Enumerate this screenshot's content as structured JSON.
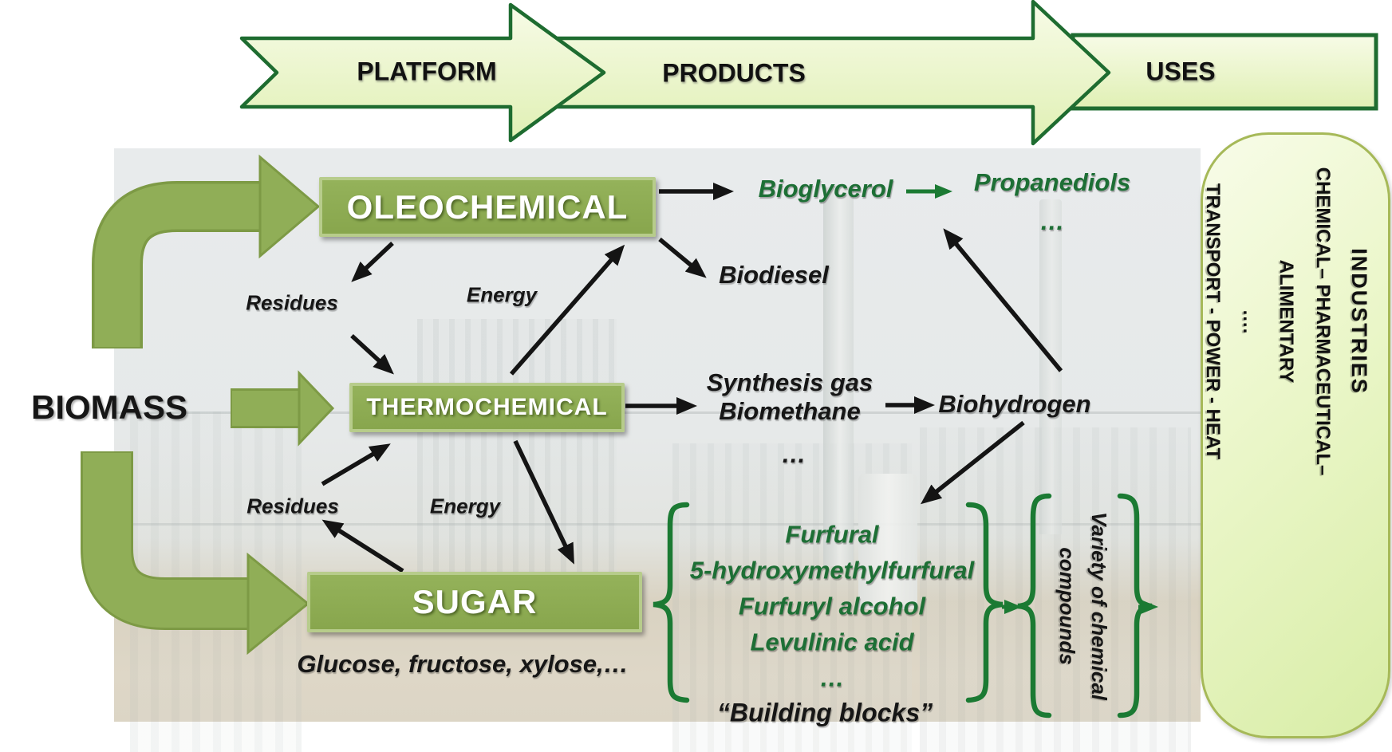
{
  "banner": {
    "steps": [
      "PLATFORM",
      "PRODUCTS",
      "USES"
    ]
  },
  "source": {
    "label": "BIOMASS"
  },
  "platforms": {
    "oleochemical": "OLEOCHEMICAL",
    "thermochemical": "THERMOCHEMICAL",
    "sugar": "SUGAR",
    "sugar_caption": "Glucose, fructose, xylose,…"
  },
  "flow_labels": {
    "residues_top": "Residues",
    "energy_top": "Energy",
    "residues_bottom": "Residues",
    "energy_bottom": "Energy"
  },
  "products": {
    "bioglycerol": "Bioglycerol",
    "propanediols": "Propanediols",
    "propanediols_more": "…",
    "biodiesel": "Biodiesel",
    "gas_lines": "Synthesis gas\nBiomethane",
    "gas_more": "…",
    "biohydrogen": "Biohydrogen",
    "sugar_products": [
      "Furfural",
      "5-hydroxymethylfurfural",
      "Furfuryl alcohol",
      "Levulinic acid",
      "…"
    ],
    "building_blocks": "“Building blocks”",
    "variety_line1": "Variety of chemical",
    "variety_line2": "compounds"
  },
  "uses_panel": {
    "lines": [
      "INDUSTRIES",
      "CHEMICAL– PHARMACEUTICAL– ALIMENTARY",
      "….",
      "TRANSPORT  -  POWER - HEAT"
    ]
  },
  "colors": {
    "platform_box_green": "#8dab53",
    "box_border_light": "#b7cc8b",
    "dark_green_text": "#1d6f35",
    "brace_green": "#1b7a33",
    "banner_border_green": "#1e6c30",
    "solid_arrow_green": "#90ae57",
    "solid_arrow_edge": "#7d9a45",
    "capsule_border": "#a6b958",
    "arrow_black": "#141414"
  }
}
